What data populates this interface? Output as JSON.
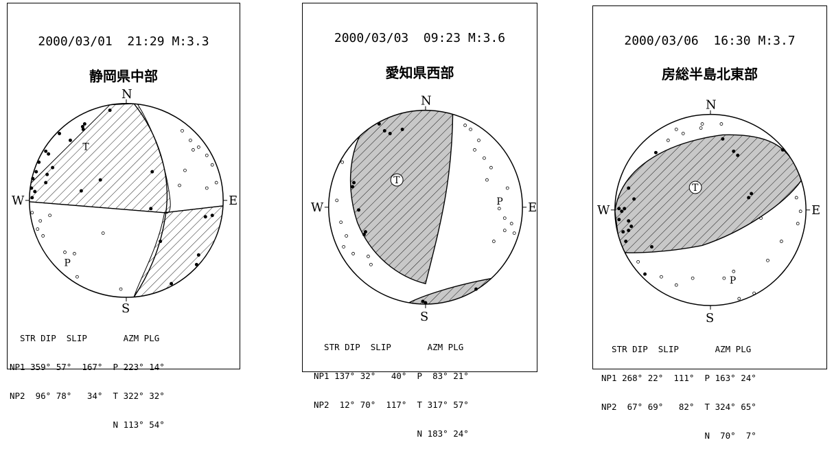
{
  "panels": [
    {
      "header": "2000/03/01  21:29 M:3.3",
      "region": "静岡県中部",
      "labels": {
        "n": "N",
        "s": "S",
        "e": "E",
        "w": "W",
        "p": "P",
        "t": "T"
      },
      "table": {
        "col_header": "  STR DIP  SLIP       AZM PLG",
        "rows": [
          "NP1 359° 57°  167°  P 223° 14°",
          "NP2  96° 78°   34°  T 322° 32°",
          "                    N 113° 54°"
        ]
      }
    },
    {
      "header": "2000/03/03  09:23 M:3.6",
      "region": "愛知県西部",
      "labels": {
        "n": "N",
        "s": "S",
        "e": "E",
        "w": "W",
        "p": "P",
        "t": "T"
      },
      "table": {
        "col_header": "  STR DIP  SLIP       AZM PLG",
        "rows": [
          "NP1 137° 32°   40°  P  83° 21°",
          "NP2  12° 70°  117°  T 317° 57°",
          "                    N 183° 24°"
        ]
      }
    },
    {
      "header": "2000/03/06  16:30 M:3.7",
      "region": "房総半島北東部",
      "labels": {
        "n": "N",
        "s": "S",
        "e": "E",
        "w": "W",
        "p": "P",
        "t": "T"
      },
      "table": {
        "col_header": "  STR DIP  SLIP       AZM PLG",
        "rows": [
          "NP1 268° 22°  111°  P 163° 24°",
          "NP2  67° 69°   82°  T 324° 65°",
          "                    N  70°  7°"
        ]
      }
    }
  ]
}
